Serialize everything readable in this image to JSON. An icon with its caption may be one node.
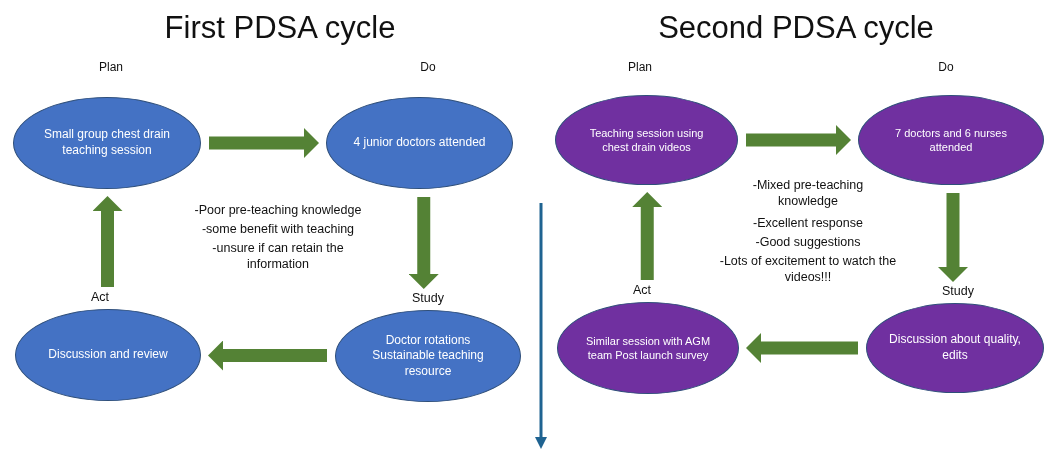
{
  "diagram": {
    "nodes": [
      {
        "text": [
          "Small group chest drain teaching session"
        ]
      },
      {
        "text": [
          "4 junior doctors attended"
        ]
      },
      {
        "text": [
          "Doctor rotations Sustainable teaching resource"
        ]
      },
      {
        "text": [
          "Discussion and review"
        ]
      },
      {
        "text": [
          "Teaching session using chest drain videos"
        ]
      },
      {
        "text": [
          "7 doctors and 6 nurses attended"
        ]
      },
      {
        "text": [
          "Discussion about quality, edits"
        ]
      },
      {
        "text": [
          "Similar session with AGM team Post launch survey"
        ]
      }
    ],
    "edges": [
      {
        "from": 0,
        "to": 1,
        "arrow": "to"
      },
      {
        "from": 1,
        "to": 2,
        "arrow": "to"
      },
      {
        "from": 2,
        "to": 3,
        "arrow": "to"
      },
      {
        "from": 3,
        "to": 0,
        "arrow": "to"
      },
      {
        "from": 4,
        "to": 5,
        "arrow": "to"
      },
      {
        "from": 5,
        "to": 6,
        "arrow": "to"
      },
      {
        "from": 6,
        "to": 7,
        "arrow": "to"
      },
      {
        "from": 7,
        "to": 4,
        "arrow": "to"
      }
    ],
    "labels": [
      "First PDSA cycle",
      "Second PDSA cycle",
      "Plan",
      "Do",
      "Plan",
      "Do",
      "-Mixed pre-teaching knowledge",
      "-Poor pre-teaching knowledge",
      "-some benefit with teaching",
      "-Excellent response",
      "-unsure if can retain the information",
      "-Good suggestions",
      "-Lots of excitement to watch the videos!!!",
      "Act",
      "Study",
      "Act",
      "Study"
    ]
  }
}
